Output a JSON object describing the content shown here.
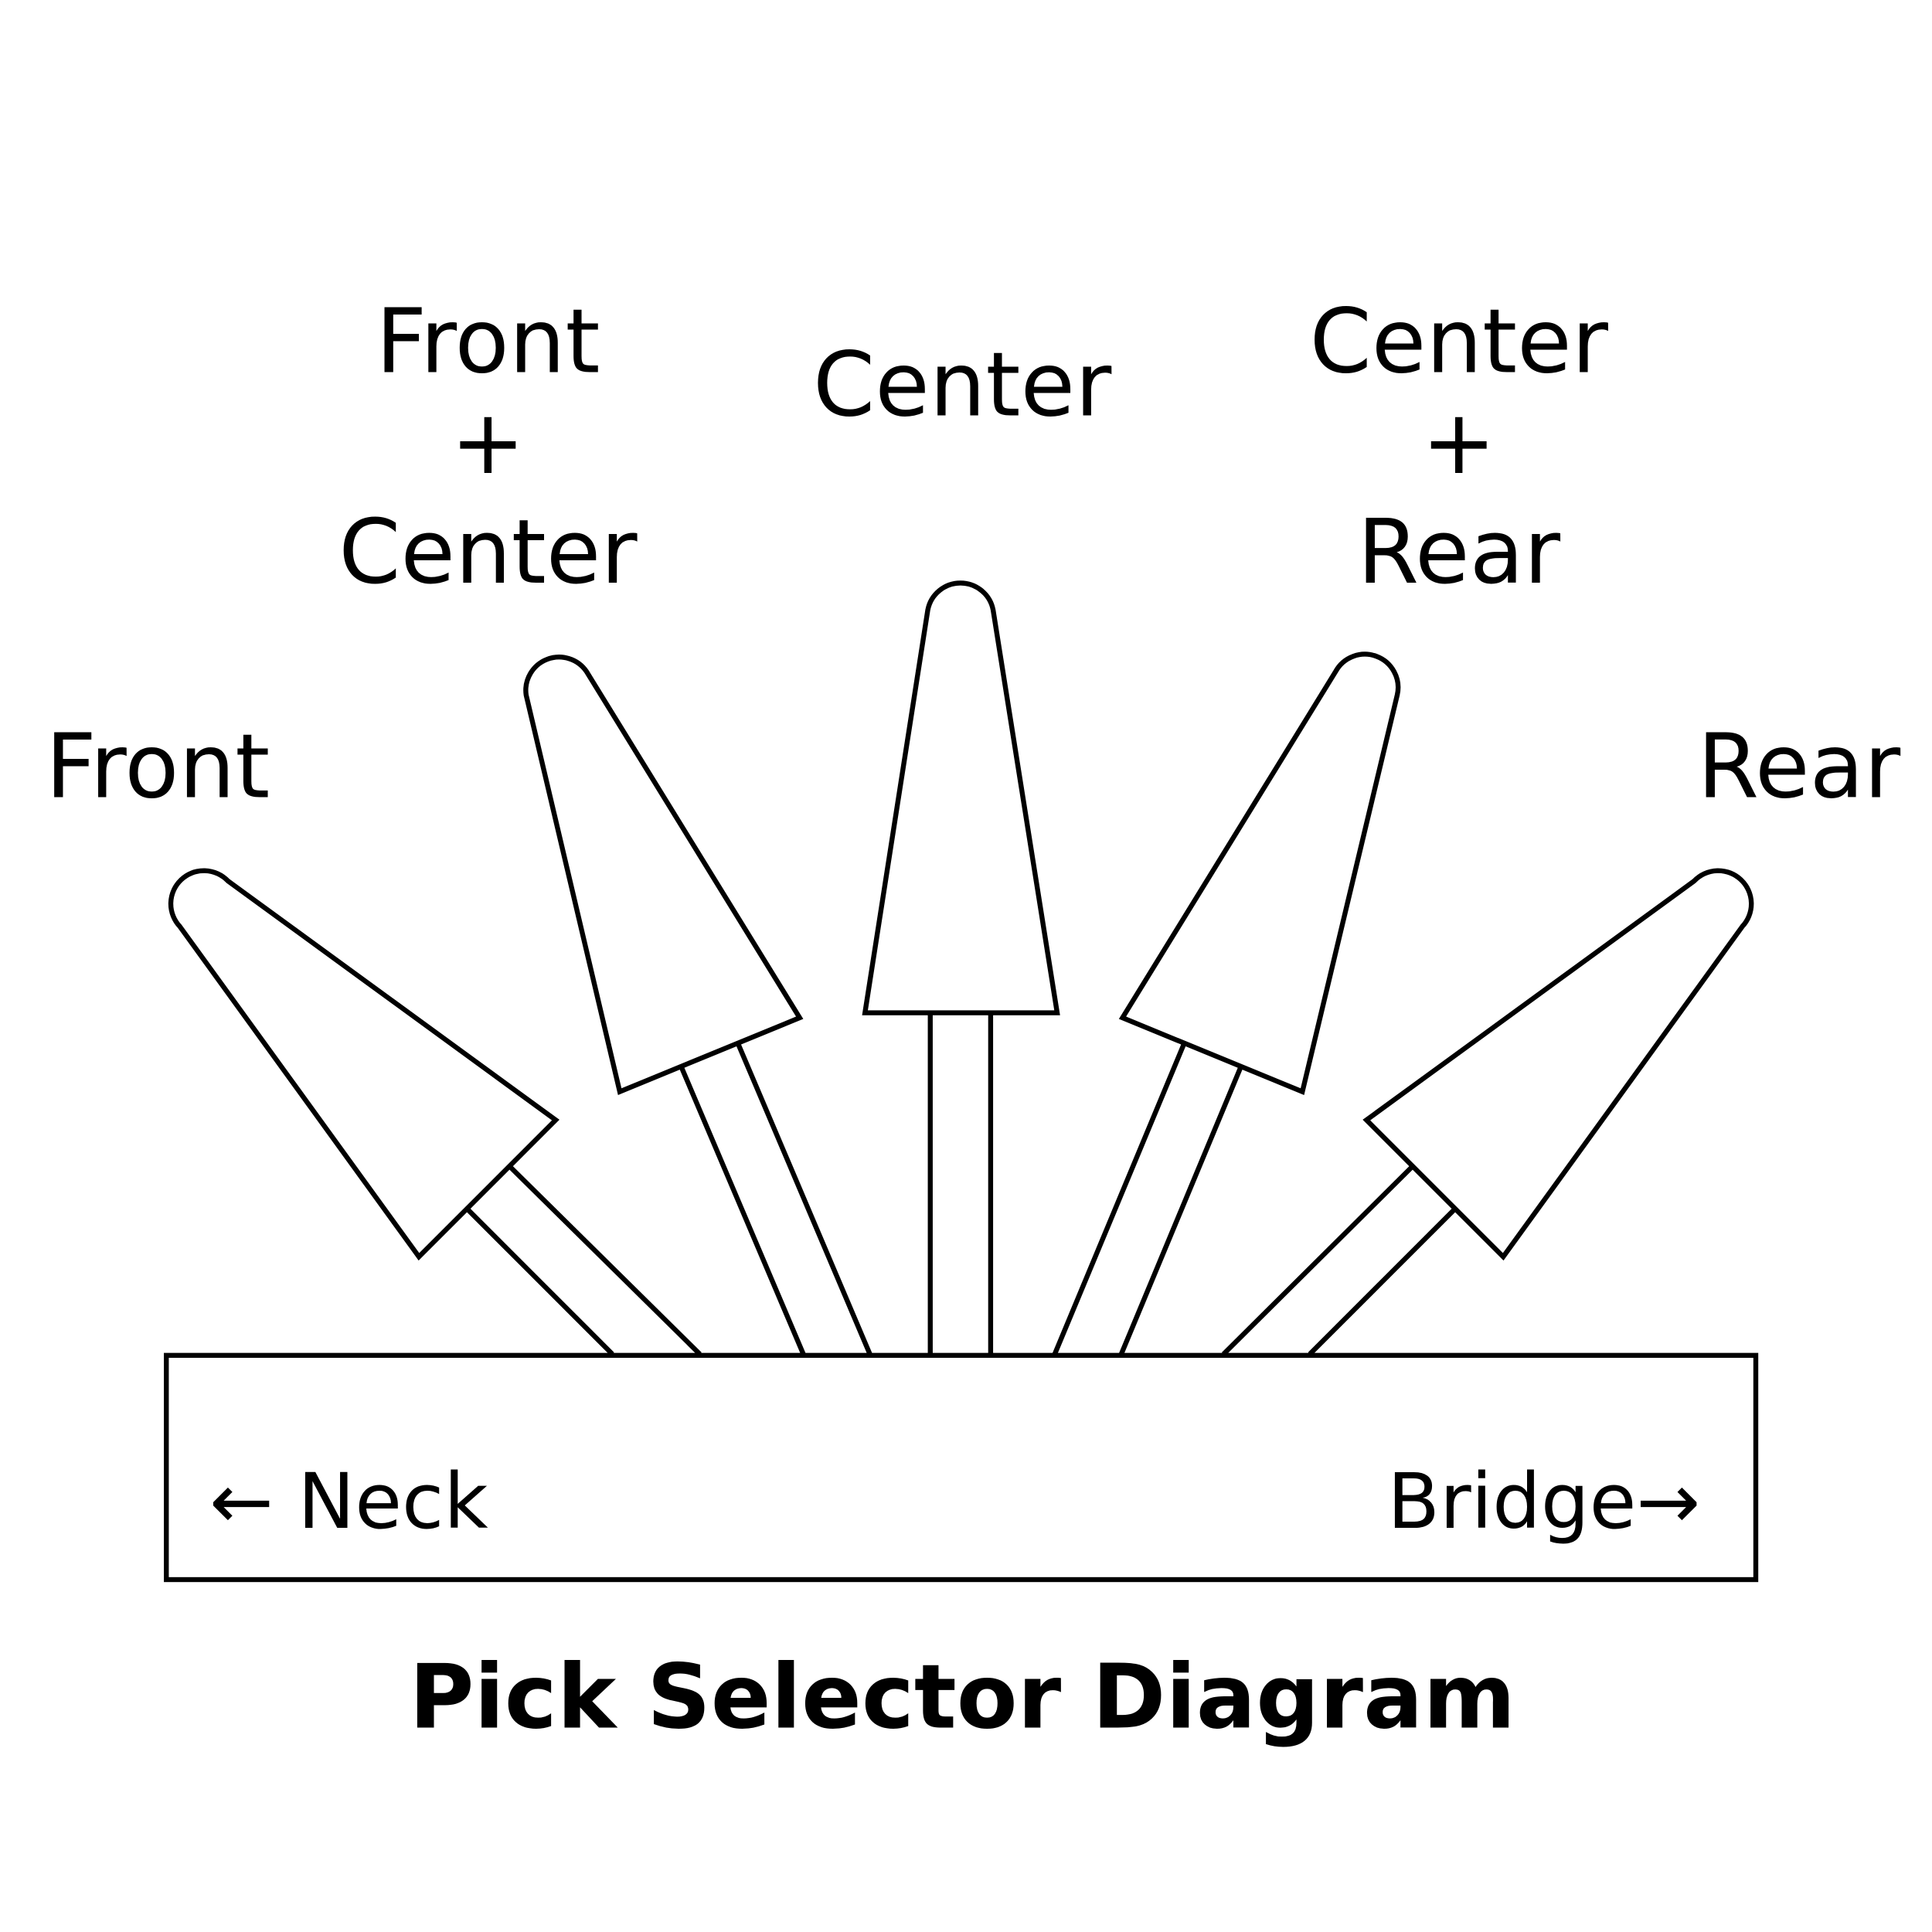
{
  "diagram": {
    "title": "Pick Selector Diagram",
    "positions": [
      {
        "id": "front",
        "label_lines": [
          "Front"
        ]
      },
      {
        "id": "front-center",
        "label_lines": [
          "Front",
          "+",
          "Center"
        ]
      },
      {
        "id": "center",
        "label_lines": [
          "Center"
        ]
      },
      {
        "id": "center-rear",
        "label_lines": [
          "Center",
          "+",
          "Rear"
        ]
      },
      {
        "id": "rear",
        "label_lines": [
          "Rear"
        ]
      }
    ],
    "base": {
      "left_label": "← Neck",
      "right_label": "Bridge→"
    }
  }
}
